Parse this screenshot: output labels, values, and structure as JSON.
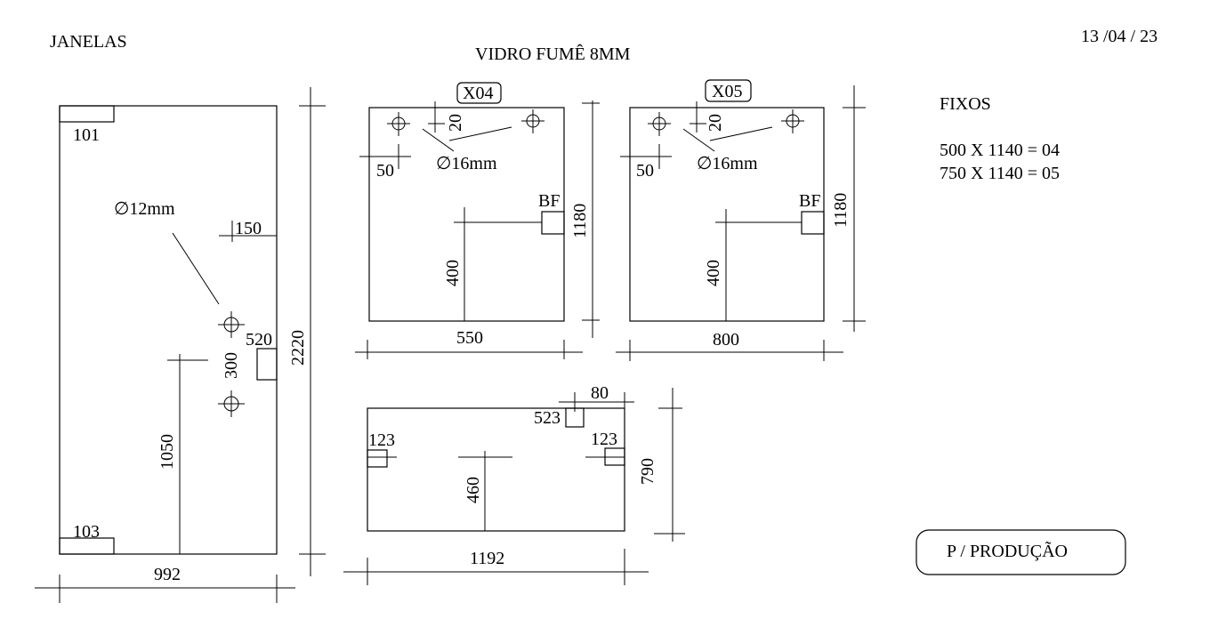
{
  "header": {
    "section": "JANELAS",
    "material": "VIDRO FUMÊ 8MM",
    "date": "13 /04 / 23"
  },
  "fixed_panels": {
    "title": "FIXOS",
    "items": [
      "500 X 1140 = 04",
      "750 X 1140 = 05"
    ]
  },
  "production_button": "P / PRODUÇÃO",
  "panel_main": {
    "width": "992",
    "height": "2220",
    "hinge_top": "101",
    "hinge_bottom": "103",
    "hole_diameter": "∅12mm",
    "dim_150": "150",
    "dim_520": "520",
    "dim_300": "300",
    "dim_1050": "1050"
  },
  "panel_x04": {
    "tag": "X04",
    "width": "550",
    "height": "1180",
    "dim_20": "20",
    "dim_50": "50",
    "hole_diameter": "∅16mm",
    "lock": "BF",
    "dim_400": "400"
  },
  "panel_x05": {
    "tag": "X05",
    "width": "800",
    "height": "1180",
    "dim_20": "20",
    "dim_50": "50",
    "hole_diameter": "∅16mm",
    "lock": "BF",
    "dim_400": "400"
  },
  "panel_bottom": {
    "width": "1192",
    "height": "790",
    "dim_80": "80",
    "dim_523": "523",
    "dim_123_left": "123",
    "dim_123_right": "123",
    "dim_460": "460"
  }
}
